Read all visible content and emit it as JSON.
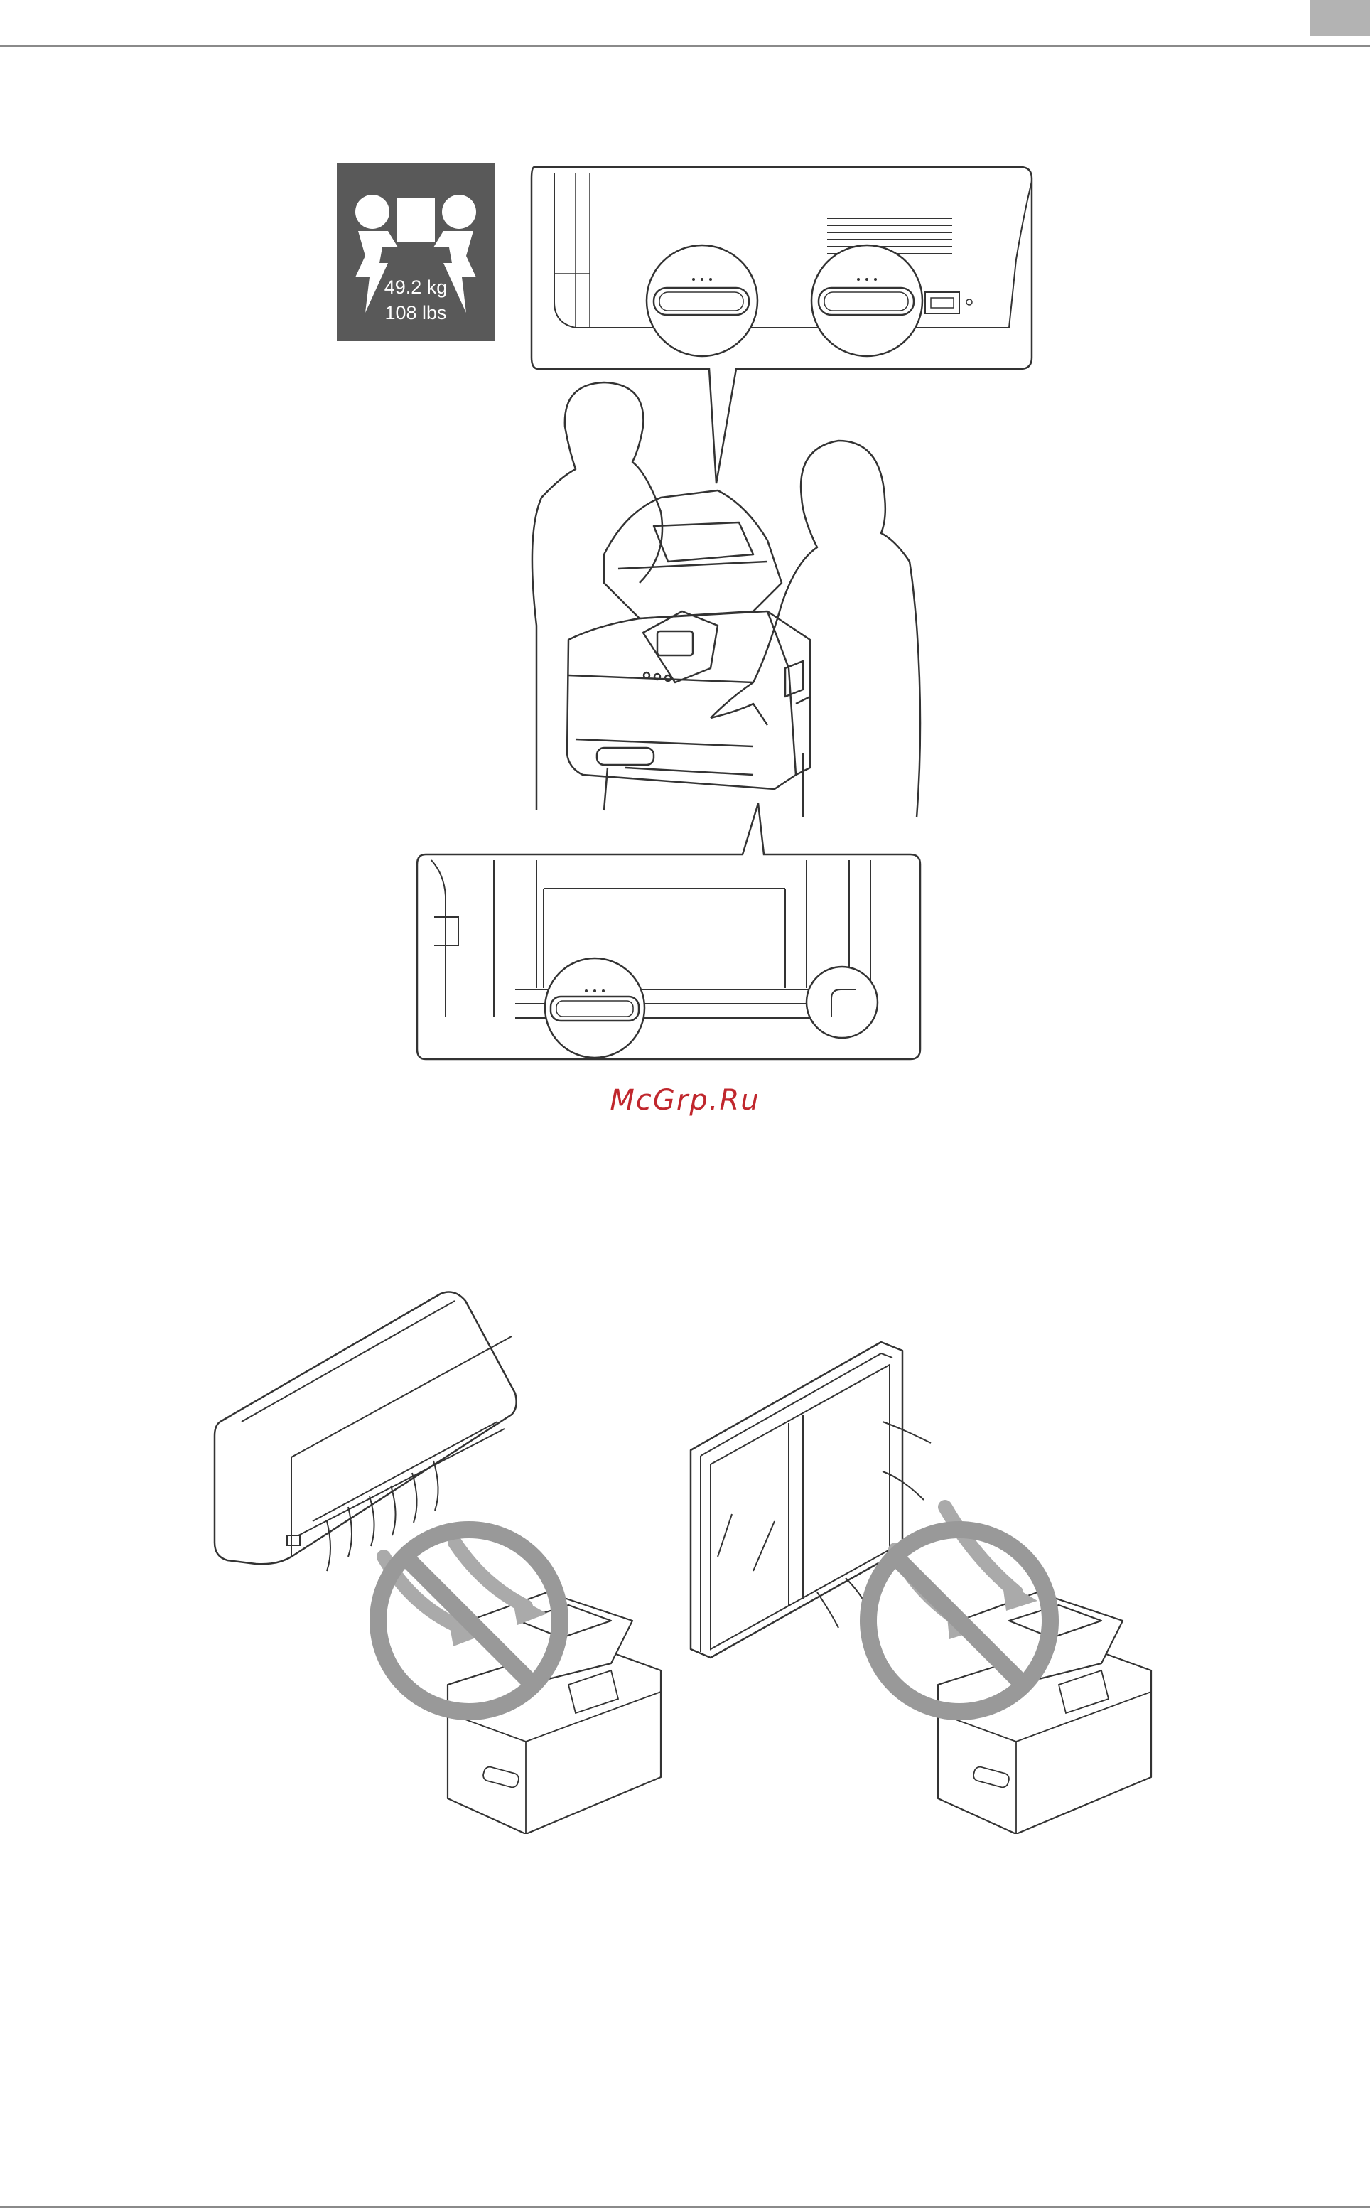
{
  "weight_badge": {
    "kg": "49.2 kg",
    "lbs": "108 lbs",
    "icon": "two-person-lift-icon",
    "color": "#595959"
  },
  "watermark": {
    "text": "McGrp.Ru",
    "color": "#c0272d"
  },
  "figures": {
    "lifting": "two-people-lifting-printer-illustration",
    "grip_top": "handle-grip-closeup-top",
    "grip_bottom": "handle-grip-closeup-bottom",
    "aircon": "air-conditioner-prohibited-illustration",
    "window": "window-prohibited-illustration"
  }
}
